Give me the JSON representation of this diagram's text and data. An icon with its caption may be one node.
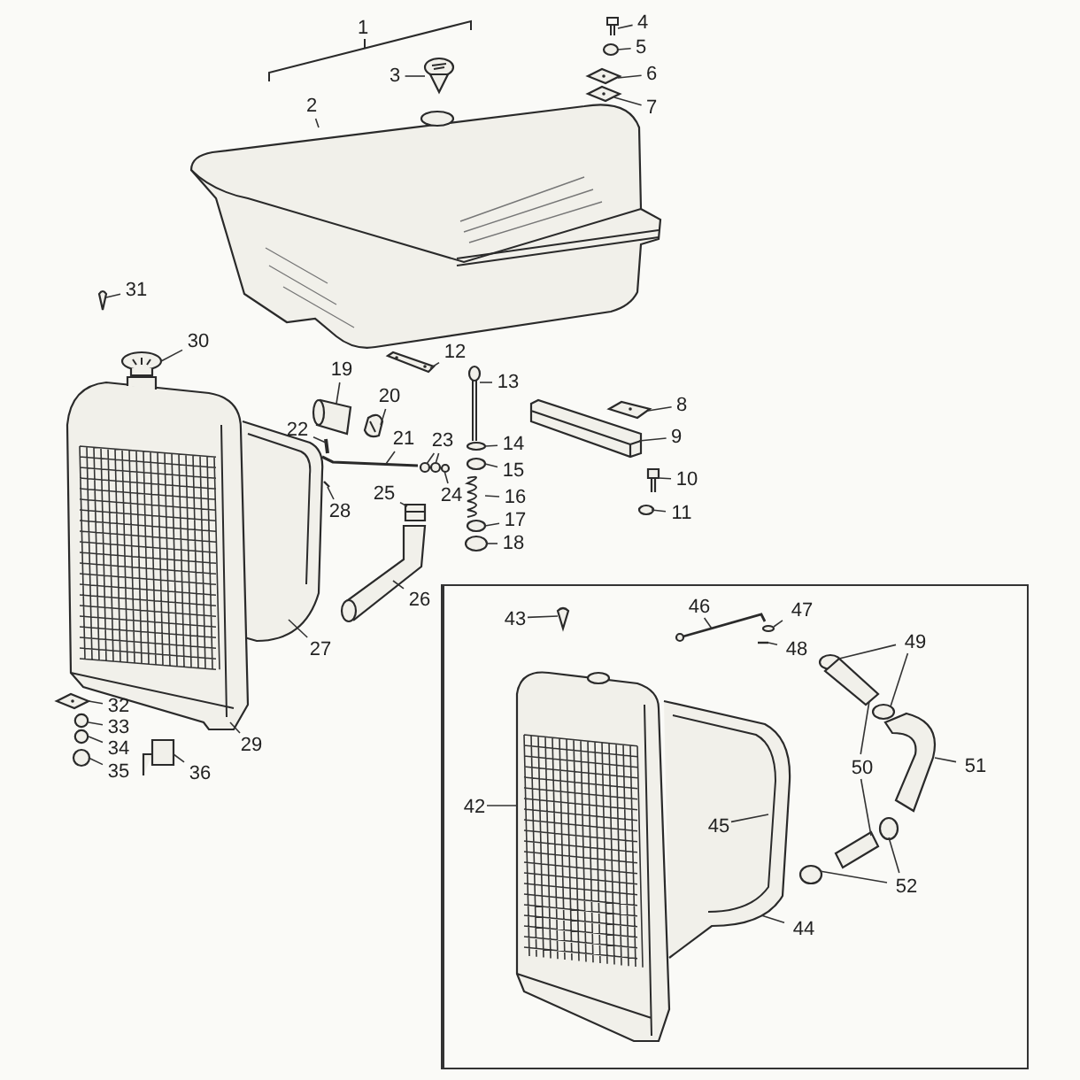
{
  "diagram": {
    "nodes": [
      {
        "text": [
          "2"
        ]
      },
      {
        "text": [
          "3"
        ]
      },
      {
        "text": [
          "4"
        ]
      },
      {
        "text": [
          "5"
        ]
      },
      {
        "text": [
          "6"
        ]
      },
      {
        "text": [
          "7"
        ]
      },
      {
        "text": [
          "8"
        ]
      },
      {
        "text": [
          "9"
        ]
      },
      {
        "text": [
          "10"
        ]
      },
      {
        "text": [
          "11"
        ]
      },
      {
        "text": [
          "12"
        ]
      },
      {
        "text": [
          "13"
        ]
      },
      {
        "text": [
          "14"
        ]
      },
      {
        "text": [
          "15"
        ]
      },
      {
        "text": [
          "16"
        ]
      },
      {
        "text": [
          "17"
        ]
      },
      {
        "text": [
          "18"
        ]
      },
      {
        "text": [
          "19"
        ]
      },
      {
        "text": [
          "20"
        ]
      },
      {
        "text": [
          "21"
        ]
      },
      {
        "text": [
          "22"
        ]
      },
      {
        "text": [
          "23"
        ]
      },
      {
        "text": [
          "24"
        ]
      },
      {
        "text": [
          "25"
        ]
      },
      {
        "text": [
          "26"
        ]
      },
      {
        "text": [
          "27"
        ]
      },
      {
        "text": [
          "28"
        ]
      },
      {
        "text": [
          "29"
        ]
      },
      {
        "text": [
          "30"
        ]
      },
      {
        "text": [
          "31"
        ]
      },
      {
        "text": [
          "32"
        ]
      },
      {
        "text": [
          "33"
        ]
      },
      {
        "text": [
          "34"
        ]
      },
      {
        "text": [
          "35"
        ]
      },
      {
        "text": [
          "36"
        ]
      },
      {
        "text": [],
        "shape": "box"
      },
      {
        "text": [
          "42"
        ],
        "in": 35
      },
      {
        "text": [
          "43"
        ],
        "in": 35
      },
      {
        "text": [
          "44"
        ],
        "in": 35
      },
      {
        "text": [],
        "shape": "picture",
        "in": 35
      },
      {
        "text": [
          "46"
        ],
        "in": 35
      },
      {
        "text": [
          "47"
        ],
        "in": 35
      },
      {
        "text": [
          "48"
        ],
        "in": 35
      },
      {
        "text": [
          "49"
        ],
        "in": 35
      },
      {
        "text": [
          "50"
        ],
        "in": 35
      },
      {
        "text": [
          "51"
        ],
        "in": 35
      },
      {
        "text": [
          "52"
        ],
        "in": 35
      },
      {
        "text": [],
        "shape": "picture"
      },
      {
        "text": [],
        "shape": "picture"
      },
      {
        "text": [],
        "shape": "picture"
      },
      {
        "text": [],
        "shape": "circle"
      },
      {
        "text": [],
        "shape": "picture"
      },
      {
        "text": [],
        "shape": "picture"
      },
      {
        "text": [],
        "shape": "picture"
      },
      {
        "text": [],
        "shape": "picture"
      },
      {
        "text": [],
        "shape": "picture"
      },
      {
        "text": [],
        "shape": "circle"
      },
      {
        "text": [],
        "shape": "picture"
      },
      {
        "text": [],
        "shape": "picture"
      },
      {
        "text": [],
        "shape": "circle"
      },
      {
        "text": [],
        "shape": "circle"
      },
      {
        "text": [],
        "shape": "picture"
      },
      {
        "text": [],
        "shape": "circle"
      },
      {
        "text": [],
        "shape": "circle"
      },
      {
        "text": [],
        "shape": "picture"
      },
      {
        "text": [],
        "shape": "picture"
      },
      {
        "text": [],
        "shape": "picture"
      },
      {
        "text": [],
        "shape": "picture"
      },
      {
        "text": [],
        "shape": "circle"
      },
      {
        "text": [],
        "shape": "circle"
      },
      {
        "text": [],
        "shape": "circle"
      },
      {
        "text": [],
        "shape": "picture"
      },
      {
        "text": [],
        "shape": "picture"
      },
      {
        "text": [],
        "shape": "picture"
      },
      {
        "text": [],
        "shape": "picture"
      },
      {
        "text": [],
        "shape": "picture"
      },
      {
        "text": [],
        "shape": "picture"
      },
      {
        "text": [],
        "shape": "picture"
      },
      {
        "text": [],
        "shape": "picture"
      },
      {
        "text": [],
        "shape": "circle"
      },
      {
        "text": [],
        "shape": "circle"
      },
      {
        "text": [],
        "shape": "circle"
      },
      {
        "text": [],
        "shape": "picture"
      },
      {
        "text": [],
        "shape": "picture",
        "in": 35
      },
      {
        "text": [],
        "shape": "picture",
        "in": 35
      },
      {
        "text": [
          "45"
        ],
        "in": 39
      },
      {
        "text": [],
        "shape": "picture",
        "in": 35
      },
      {
        "text": [],
        "shape": "circle",
        "in": 35
      },
      {
        "text": [],
        "shape": "picture",
        "in": 35
      },
      {
        "text": [],
        "shape": "circle",
        "in": 35
      },
      {
        "text": [],
        "shape": "picture",
        "in": 35
      },
      {
        "text": [],
        "shape": "circle",
        "in": 35
      },
      {
        "text": [],
        "shape": "picture",
        "in": 35
      },
      {
        "text": [],
        "shape": "circle",
        "in": 35
      },
      {
        "text": [],
        "shape": "picture",
        "in": 35
      },
      {
        "text": [],
        "shape": "circle",
        "in": 35
      }
    ],
    "edges": [
      {
        "from": 0,
        "to": 47,
        "arrow": "none"
      },
      {
        "from": 1,
        "to": 48,
        "arrow": "none"
      },
      {
        "from": 2,
        "to": 49,
        "arrow": "none"
      },
      {
        "from": 3,
        "to": 50,
        "arrow": "none"
      },
      {
        "from": 4,
        "to": 51,
        "arrow": "none"
      },
      {
        "from": 5,
        "to": 52,
        "arrow": "none"
      },
      {
        "from": 6,
        "to": 53,
        "arrow": "none"
      },
      {
        "from": 7,
        "to": 54,
        "arrow": "none"
      },
      {
        "from": 8,
        "to": 55,
        "arrow": "none"
      },
      {
        "from": 9,
        "to": 56,
        "arrow": "none"
      },
      {
        "from": 10,
        "to": 57,
        "arrow": "none"
      },
      {
        "from": 11,
        "to": 58,
        "arrow": "none"
      },
      {
        "from": 12,
        "to": 59,
        "arrow": "none"
      },
      {
        "from": 13,
        "to": 60,
        "arrow": "none"
      },
      {
        "from": 14,
        "to": 61,
        "arrow": "none"
      },
      {
        "from": 15,
        "to": 62,
        "arrow": "none"
      },
      {
        "from": 16,
        "to": 63,
        "arrow": "none"
      },
      {
        "from": 17,
        "to": 64,
        "arrow": "none"
      },
      {
        "from": 18,
        "to": 65,
        "arrow": "none"
      },
      {
        "from": 19,
        "to": 66,
        "arrow": "none"
      },
      {
        "from": 20,
        "to": 67,
        "arrow": "none"
      },
      {
        "from": 21,
        "to": 68,
        "arrow": "none"
      },
      {
        "from": 21,
        "to": 69,
        "arrow": "none"
      },
      {
        "from": 22,
        "to": 70,
        "arrow": "none"
      },
      {
        "from": 23,
        "to": 71,
        "arrow": "none"
      },
      {
        "from": 24,
        "to": 72,
        "arrow": "none"
      },
      {
        "from": 25,
        "to": 73,
        "arrow": "none"
      },
      {
        "from": 26,
        "to": 74,
        "arrow": "none"
      },
      {
        "from": 27,
        "to": 75,
        "arrow": "none"
      },
      {
        "from": 28,
        "to": 76,
        "arrow": "none"
      },
      {
        "from": 29,
        "to": 77,
        "arrow": "none"
      },
      {
        "from": 30,
        "to": 78,
        "arrow": "none"
      },
      {
        "from": 31,
        "to": 79,
        "arrow": "none"
      },
      {
        "from": 32,
        "to": 80,
        "arrow": "none"
      },
      {
        "from": 33,
        "to": 81,
        "arrow": "none"
      },
      {
        "from": 34,
        "to": 82,
        "arrow": "none"
      },
      {
        "from": 36,
        "to": 83,
        "arrow": "none"
      },
      {
        "from": 37,
        "to": 84,
        "arrow": "none"
      },
      {
        "from": 38,
        "to": 39,
        "arrow": "none"
      },
      {
        "from": 85,
        "to": 39,
        "arrow": "none"
      },
      {
        "from": 40,
        "to": 86,
        "arrow": "none"
      },
      {
        "from": 41,
        "to": 87,
        "arrow": "none"
      },
      {
        "from": 42,
        "to": 88,
        "arrow": "none"
      },
      {
        "from": 43,
        "to": 89,
        "arrow": "none"
      },
      {
        "from": 43,
        "to": 91,
        "arrow": "none"
      },
      {
        "from": 44,
        "to": 90,
        "arrow": "none"
      },
      {
        "from": 44,
        "to": 94,
        "arrow": "none"
      },
      {
        "from": 45,
        "to": 92,
        "arrow": "none"
      },
      {
        "from": 46,
        "to": 95,
        "arrow": "none"
      },
      {
        "from": 46,
        "to": 93,
        "arrow": "none"
      }
    ],
    "labels": [
      "1"
    ]
  }
}
